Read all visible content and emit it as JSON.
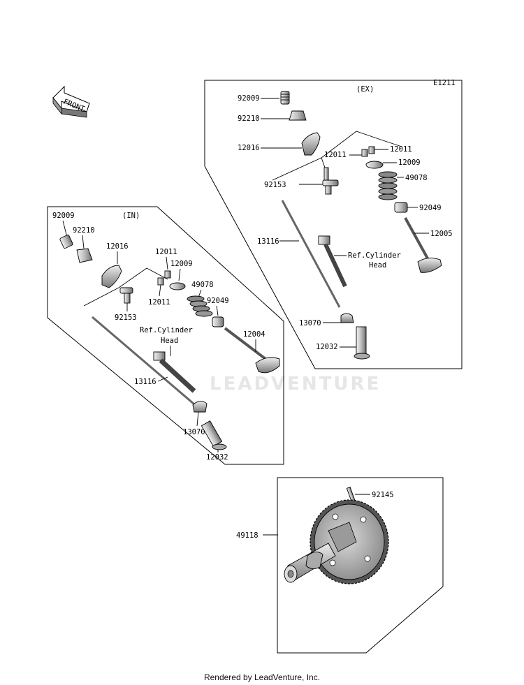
{
  "diagram_code": "E1211",
  "front_label": "FRONT",
  "watermark": "LEADVENTURE",
  "credit": "Rendered by LeadVenture, Inc.",
  "ex": {
    "section_label": "(EX)",
    "ref_line1": "Ref.Cylinder",
    "ref_line2": "Head",
    "callouts": [
      "92009",
      "92210",
      "12016",
      "12011",
      "12011",
      "12009",
      "49078",
      "92153",
      "92049",
      "13116",
      "12005",
      "13070",
      "12032"
    ]
  },
  "in": {
    "section_label": "(IN)",
    "ref_line1": "Ref.Cylinder",
    "ref_line2": "Head",
    "callouts": [
      "92009",
      "92210",
      "12016",
      "12011",
      "12009",
      "49078",
      "12011",
      "92153",
      "92049",
      "12004",
      "13116",
      "13070",
      "12032"
    ]
  },
  "cam": {
    "callouts": [
      "92145",
      "49118"
    ]
  }
}
